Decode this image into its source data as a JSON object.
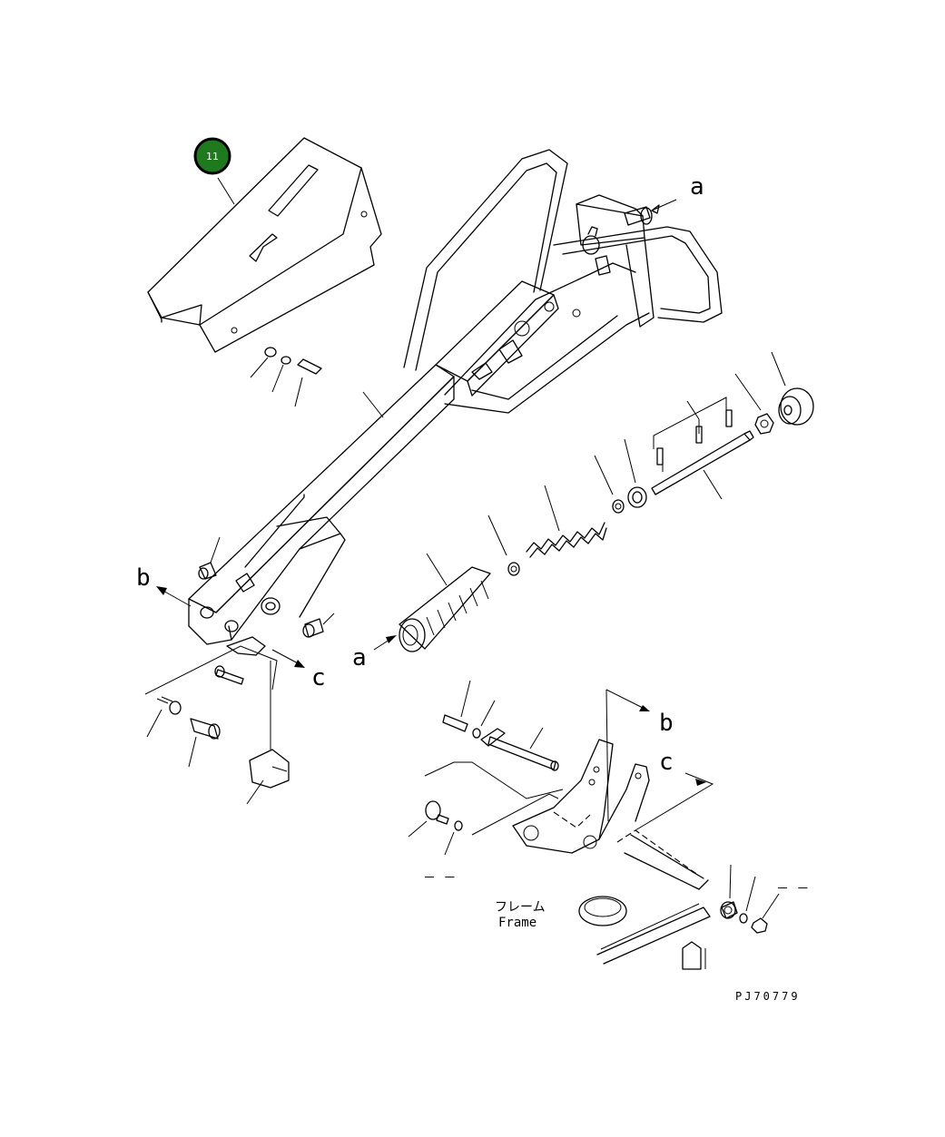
{
  "callout": {
    "number": "11",
    "fill": "#1f7a1f",
    "ring": "#000000"
  },
  "refs": {
    "a": "a",
    "b": "b",
    "c": "c"
  },
  "frame_label": {
    "jp": "フレーム",
    "en": "Frame"
  },
  "drawing_code": "PJ70779",
  "placeholder_dashes": {
    "left": "－ －",
    "right": "－ －"
  }
}
